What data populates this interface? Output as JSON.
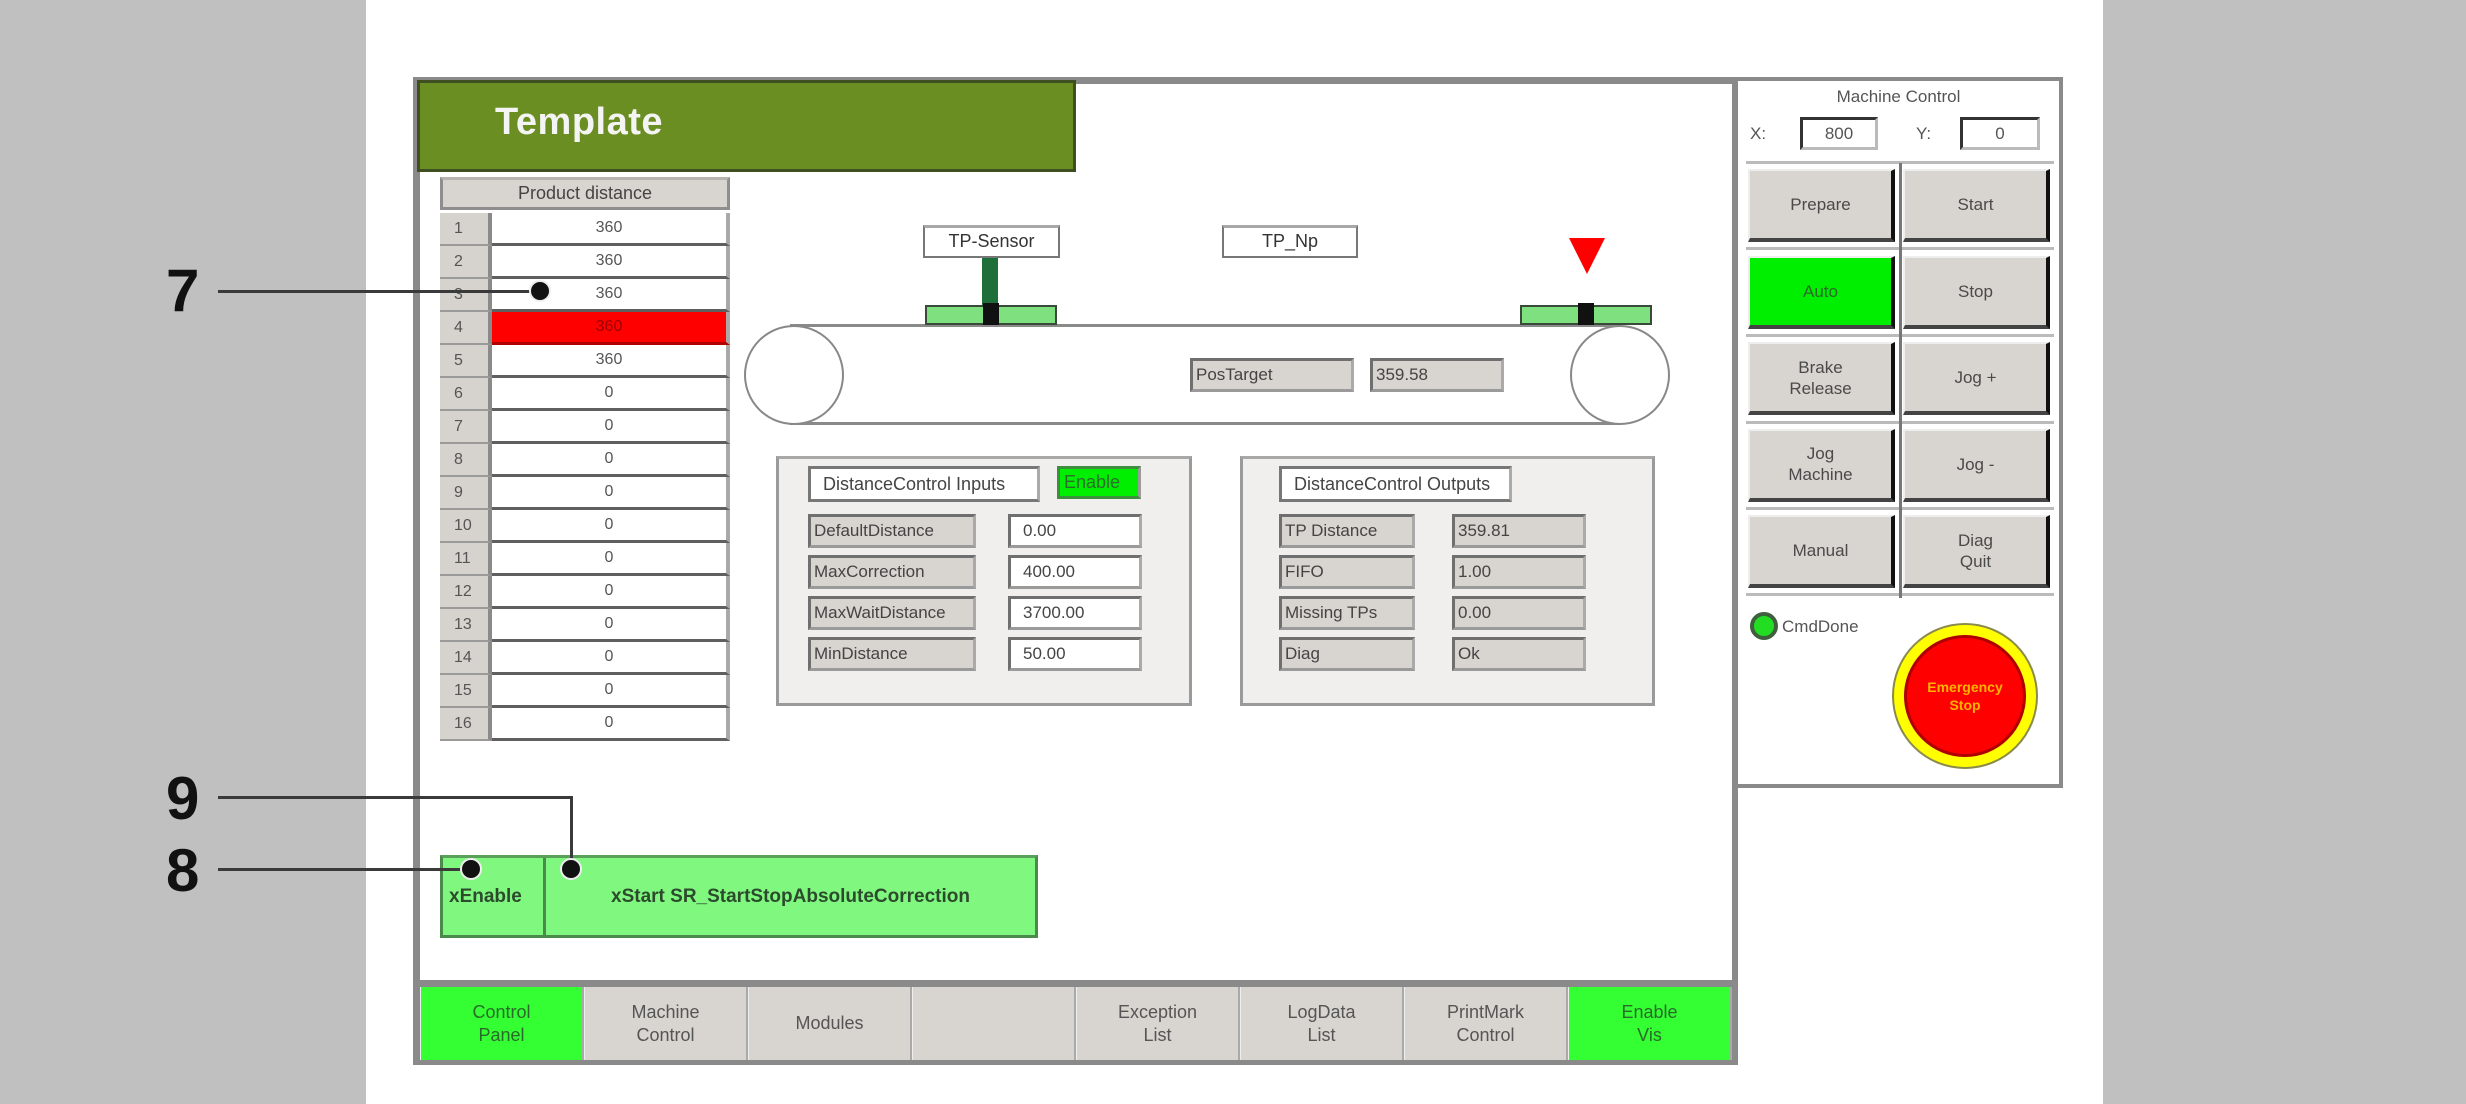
{
  "header": {
    "title": "Template"
  },
  "product_distance": {
    "title": "Product distance",
    "rows": [
      {
        "index": "1",
        "value": "360",
        "alarm": false
      },
      {
        "index": "2",
        "value": "360",
        "alarm": false
      },
      {
        "index": "3",
        "value": "360",
        "alarm": false
      },
      {
        "index": "4",
        "value": "360",
        "alarm": true
      },
      {
        "index": "5",
        "value": "360",
        "alarm": false
      },
      {
        "index": "6",
        "value": "0",
        "alarm": false
      },
      {
        "index": "7",
        "value": "0",
        "alarm": false
      },
      {
        "index": "8",
        "value": "0",
        "alarm": false
      },
      {
        "index": "9",
        "value": "0",
        "alarm": false
      },
      {
        "index": "10",
        "value": "0",
        "alarm": false
      },
      {
        "index": "11",
        "value": "0",
        "alarm": false
      },
      {
        "index": "12",
        "value": "0",
        "alarm": false
      },
      {
        "index": "13",
        "value": "0",
        "alarm": false
      },
      {
        "index": "14",
        "value": "0",
        "alarm": false
      },
      {
        "index": "15",
        "value": "0",
        "alarm": false
      },
      {
        "index": "16",
        "value": "0",
        "alarm": false
      }
    ]
  },
  "conveyor": {
    "sensor_label": "TP-Sensor",
    "np_label": "TP_Np",
    "pos_target_label": "PosTarget",
    "pos_target_value": "359.58"
  },
  "inputs": {
    "title": "DistanceControl Inputs",
    "enable_label": "Enable",
    "fields": [
      {
        "label": "DefaultDistance",
        "value": "0.00"
      },
      {
        "label": "MaxCorrection",
        "value": "400.00"
      },
      {
        "label": "MaxWaitDistance",
        "value": "3700.00"
      },
      {
        "label": "MinDistance",
        "value": "50.00"
      }
    ]
  },
  "outputs": {
    "title": "DistanceControl Outputs",
    "fields": [
      {
        "label": "TP Distance",
        "value": "359.81"
      },
      {
        "label": "FIFO",
        "value": "1.00"
      },
      {
        "label": "Missing TPs",
        "value": "0.00"
      },
      {
        "label": "Diag",
        "value": "Ok"
      }
    ]
  },
  "machine_control": {
    "title": "Machine Control",
    "x_label": "X:",
    "x_value": "800",
    "y_label": "Y:",
    "y_value": "0",
    "buttons": [
      {
        "label": "Prepare",
        "active": false
      },
      {
        "label": "Start",
        "active": false
      },
      {
        "label": "Auto",
        "active": true
      },
      {
        "label": "Stop",
        "active": false
      },
      {
        "label": "Brake\nRelease",
        "active": false
      },
      {
        "label": "Jog +",
        "active": false
      },
      {
        "label": "Jog\nMachine",
        "active": false
      },
      {
        "label": "Jog -",
        "active": false
      },
      {
        "label": "Manual",
        "active": false
      },
      {
        "label": "Diag\nQuit",
        "active": false
      }
    ],
    "cmd_done_label": "CmdDone",
    "emergency_stop_label": "Emergency\nStop"
  },
  "enable_strip": {
    "enable_label": "xEnable",
    "start_label": "xStart SR_StartStopAbsoluteCorrection"
  },
  "nav": [
    {
      "label": "Control\nPanel",
      "active": true
    },
    {
      "label": "Machine\nControl",
      "active": false
    },
    {
      "label": "Modules",
      "active": false
    },
    {
      "label": "",
      "active": false
    },
    {
      "label": "Exception\nList",
      "active": false
    },
    {
      "label": "LogData\nList",
      "active": false
    },
    {
      "label": "PrintMark\nControl",
      "active": false
    },
    {
      "label": "Enable\nVis",
      "active": true
    }
  ],
  "callouts": [
    {
      "number": "7"
    },
    {
      "number": "9"
    },
    {
      "number": "8"
    }
  ],
  "colors": {
    "header_green": "#6b8e23",
    "active_green": "#00ee00",
    "alarm_red": "#ff0000",
    "estop_yellow": "#ffff00"
  }
}
